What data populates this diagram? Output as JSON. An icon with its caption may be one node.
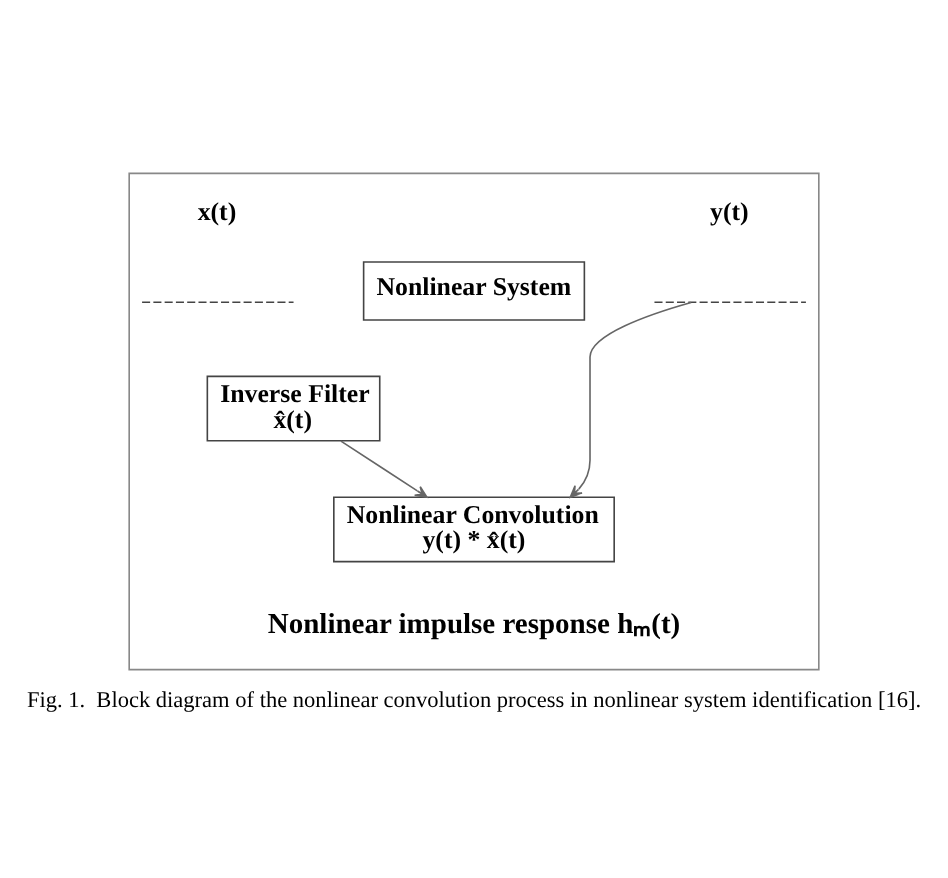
{
  "diagram": {
    "caption": "Fig. 1.  Block diagram of the nonlinear convolution process in nonlinear system identification [16].",
    "nodes": [
      {
        "text": [],
        "shape": "box"
      },
      {
        "text": [],
        "shape": "wave",
        "beside": [
          "x(t)"
        ],
        "in": 0
      },
      {
        "text": [
          "Nonlinear System"
        ],
        "in": 0
      },
      {
        "text": [],
        "shape": "wave",
        "beside": [
          "y(t)"
        ],
        "in": 0
      },
      {
        "text": [
          "Inverse Filter",
          "x̂(t)"
        ],
        "in": 0
      },
      {
        "text": [
          "Nonlinear Convolution",
          "y(t) * x̂(t)"
        ],
        "in": 0
      }
    ],
    "edges": [
      {
        "from": 3,
        "to": 5,
        "arrow": "to"
      },
      {
        "from": 4,
        "to": 5,
        "arrow": "to"
      }
    ],
    "labels": [
      "Nonlinear impulse response hₘ(t)"
    ]
  }
}
